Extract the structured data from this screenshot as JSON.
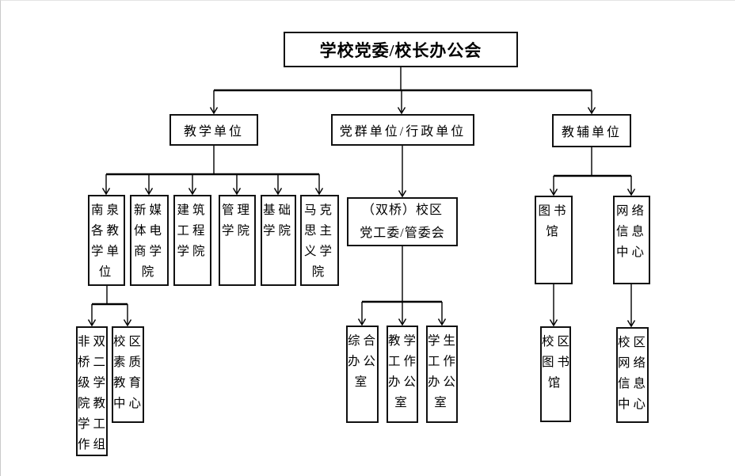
{
  "page": {
    "background": "#ffffff",
    "line_color": "#000000"
  },
  "org_chart": {
    "nodes": {
      "root": {
        "label": "学校党委/校长办公会"
      },
      "teaching_units": {
        "label": "教学单位"
      },
      "party_admin_units": {
        "label": "党群单位/行政单位"
      },
      "support_units": {
        "label": "教辅单位"
      },
      "nanquan_teaching": {
        "lines": [
          "南泉",
          "各教",
          "学单",
          "位"
        ]
      },
      "new_media_ecommerce": {
        "lines": [
          "新媒",
          "体电",
          "商学",
          "院"
        ]
      },
      "architecture_engineering": {
        "lines": [
          "建筑",
          "工程",
          "学院"
        ]
      },
      "management_college": {
        "lines": [
          "管理",
          "学院"
        ]
      },
      "foundation_college": {
        "lines": [
          "基础",
          "学院"
        ]
      },
      "marxism_college": {
        "lines": [
          "马克",
          "思主",
          "义学",
          "院"
        ]
      },
      "shuangqiao_committee": {
        "lines": [
          "（双桥）校区",
          "党工委/管委会"
        ]
      },
      "library": {
        "lines": [
          "图书",
          "馆"
        ]
      },
      "network_info_center": {
        "lines": [
          "网络",
          "信息",
          "中心"
        ]
      },
      "non_shuangqiao_group": {
        "lines": [
          "非双",
          "桥二",
          "级学",
          "院教",
          "学工",
          "作组"
        ]
      },
      "quality_education_center": {
        "lines": [
          "校区",
          "素质",
          "教育",
          "中心"
        ]
      },
      "general_office": {
        "lines": [
          "综合",
          "办公",
          "室"
        ]
      },
      "teaching_affairs_office": {
        "lines": [
          "教学",
          "工作",
          "办公",
          "室"
        ]
      },
      "student_affairs_office": {
        "lines": [
          "学生",
          "工作",
          "办公",
          "室"
        ]
      },
      "campus_library": {
        "lines": [
          "校区",
          "图书",
          "馆"
        ]
      },
      "campus_network_center": {
        "lines": [
          "校区",
          "网络",
          "信息",
          "中心"
        ]
      }
    }
  }
}
